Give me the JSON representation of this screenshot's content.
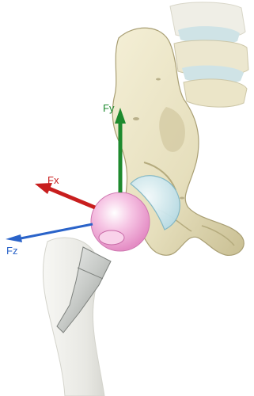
{
  "figure": {
    "axes": [
      {
        "id": "fy",
        "label": "Fy",
        "color": "#1e8a2e"
      },
      {
        "id": "fx",
        "label": "Fx",
        "color": "#c81e1e"
      },
      {
        "id": "fz",
        "label": "Fz",
        "color": "#2a63c9"
      }
    ],
    "parts": {
      "pelvis": "pelvis-bone",
      "vertebrae": "lumbar-vertebrae",
      "femur": "femur-bone",
      "femoral_head": "prosthetic-femoral-head",
      "acetabular_cup": "acetabular-cup",
      "stem": "prosthetic-stem"
    },
    "colors": {
      "bone": "#ece6c8",
      "bone_shadow": "#b9b08a",
      "femoral_head": "#f4b7dd",
      "cup": "#cfe8ee",
      "stem": "#c9ccc9",
      "femur": "#eeeeea"
    }
  }
}
